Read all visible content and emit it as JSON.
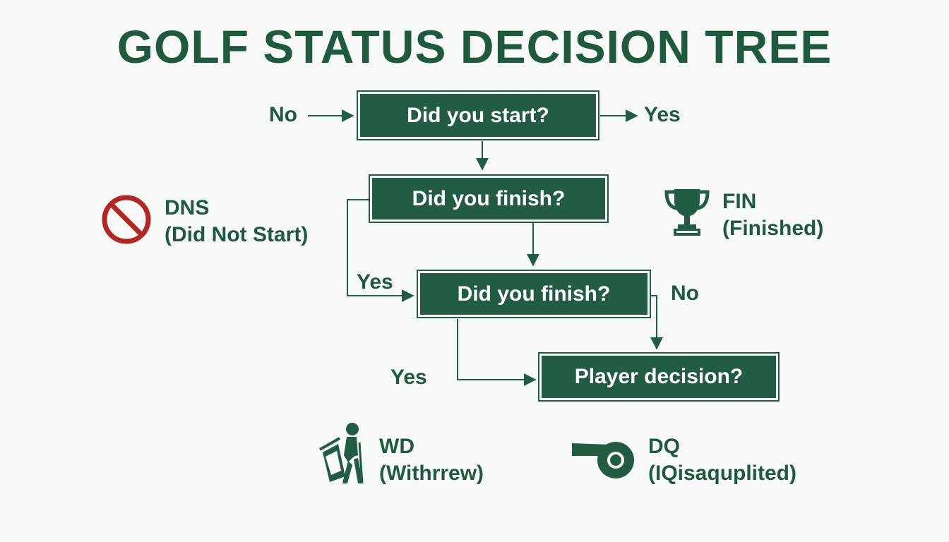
{
  "title": "GOLF STATUS DECISION TREE",
  "colors": {
    "primary": "#215c43",
    "no_sign": "#b32626",
    "background": "#f7f9f7"
  },
  "nodes": {
    "q1": "Did you start?",
    "q2": "Did you finish?",
    "q3": "Did you finish?",
    "q4": "Player decision?"
  },
  "edge_labels": {
    "q1_no": "No",
    "q1_yes": "Yes",
    "q3_yes": "Yes",
    "q3_no": "No",
    "q4_yes": "Yes"
  },
  "outcomes": {
    "dns": {
      "code": "DNS",
      "desc": "(Did Not Start)",
      "icon": "no-entry-icon"
    },
    "fin": {
      "code": "FIN",
      "desc": "(Finished)",
      "icon": "trophy-icon"
    },
    "wd": {
      "code": "WD",
      "desc": "(Withrrew)",
      "icon": "golfer-walking-icon"
    },
    "dq": {
      "code": "DQ",
      "desc": "(IQisaquplited)",
      "icon": "whistle-icon"
    }
  }
}
